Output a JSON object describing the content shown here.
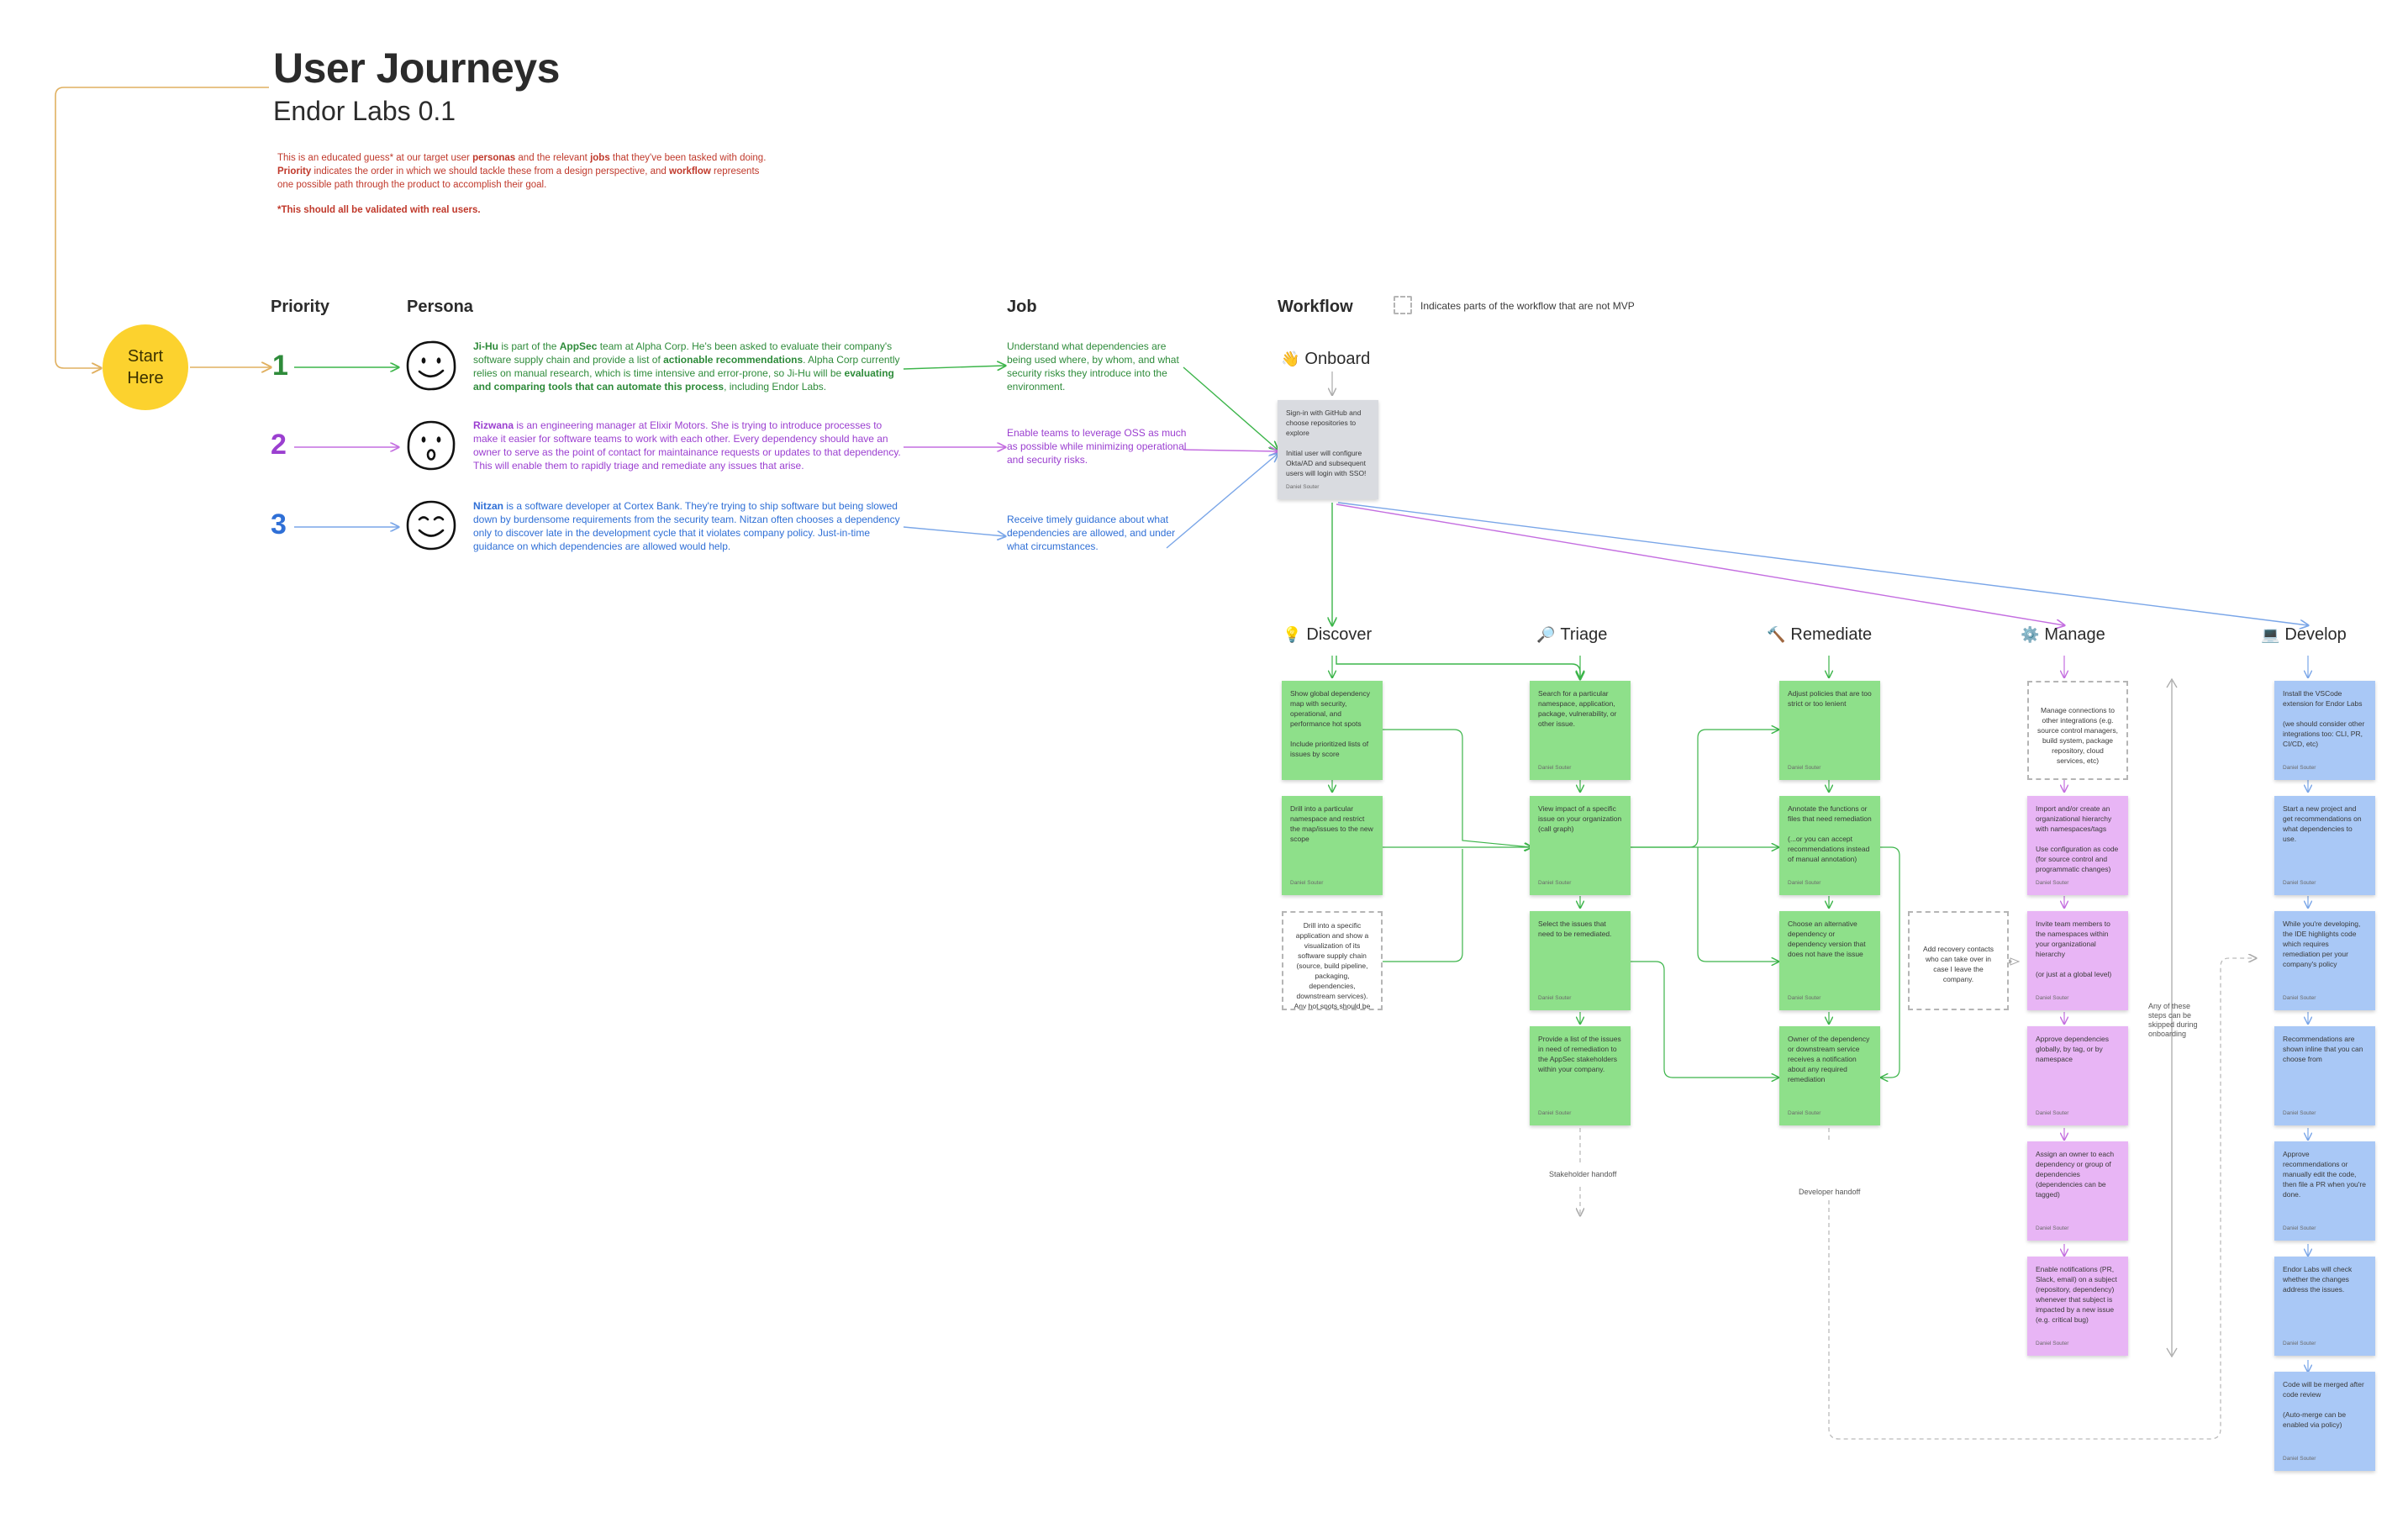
{
  "header": {
    "title": "User Journeys",
    "subtitle": "Endor Labs 0.1",
    "intro_html": "This is an educated guess* at our target user <b>personas</b> and the relevant <b>jobs</b> that they've been tasked with doing. <b>Priority</b> indicates the order in which we should tackle these from a design perspective, and <b>workflow</b> represents one possible path through the product to accomplish their goal.",
    "intro_note": "*This should all be validated with real users."
  },
  "columns": {
    "priority": "Priority",
    "persona": "Persona",
    "job": "Job",
    "workflow": "Workflow",
    "legend": "Indicates parts of the workflow that are not MVP"
  },
  "start": {
    "line1": "Start",
    "line2": "Here"
  },
  "colors": {
    "green": "#2e8b3a",
    "purple": "#9b3fd0",
    "blue": "#2f6fd6",
    "yellow": "#fcd22e"
  },
  "personas": [
    {
      "priority": "1",
      "face": "smile-face",
      "html": "<b>Ji-Hu</b> is part of the <b>AppSec</b> team at Alpha Corp. He's been asked to evaluate their company's software supply chain and provide a list of <b>actionable recommendations</b>. Alpha Corp currently relies on manual research, which is time intensive and error-prone, so Ji-Hu will be <b>evaluating and comparing tools that can automate this process</b>, including Endor Labs.",
      "job": "Understand what dependencies are being used where, by whom, and what security risks they introduce into the environment."
    },
    {
      "priority": "2",
      "face": "surprised-face",
      "html": "<b>Rizwana</b> is an engineering manager at Elixir Motors. She is trying to introduce processes to make it easier for software teams to work with each other. Every dependency should have an owner to serve as the point of contact for maintainance requests or updates to that dependency.  This will enable them to rapidly triage and remediate any issues that arise.",
      "job": "Enable teams to leverage OSS as much as possible while minimizing operational and security risks."
    },
    {
      "priority": "3",
      "face": "happy-face",
      "html": "<b>Nitzan</b> is a software developer at Cortex Bank. They're trying to ship software but being slowed down by burdensome requirements from the security team. Nitzan often chooses a dependency only to discover late in the development cycle that it violates company policy. Just-in-time guidance on which dependencies are allowed would help.",
      "job": "Receive timely guidance about what dependencies are allowed, and under what circumstances."
    }
  ],
  "onboard": {
    "label": "Onboard",
    "emoji": "👋",
    "sticky": "Sign-in with GitHub and choose repositories to explore\n\nInitial user will configure Okta/AD and subsequent users will login with SSO!",
    "author": "Daniel Souter"
  },
  "stages": [
    {
      "label": "Discover",
      "emoji": "💡"
    },
    {
      "label": "Triage",
      "emoji": "🔎"
    },
    {
      "label": "Remediate",
      "emoji": "🔨"
    },
    {
      "label": "Manage",
      "emoji": "⚙️"
    },
    {
      "label": "Develop",
      "emoji": "💻"
    }
  ],
  "discover": [
    {
      "text": "Show global dependency map with security, operational, and performance hot spots\n\nInclude prioritized lists of issues by score",
      "style": "green"
    },
    {
      "text": "Drill into a particular namespace and restrict the map/issues to the new scope",
      "style": "green"
    },
    {
      "text": "Drill into a specific application and show a visualization of its software supply chain (source, build pipeline, packaging, dependencies, downstream services). Any hot spots should be highlighted",
      "style": "dashed"
    }
  ],
  "triage": [
    {
      "text": "Search for a particular namespace, application, package, vulnerability, or other issue."
    },
    {
      "text": "View impact of a specific issue on your organization (call graph)"
    },
    {
      "text": "Select the issues that need to be remediated."
    },
    {
      "text": "Provide a list of the issues in need of remediation to the AppSec stakeholders within your company."
    }
  ],
  "remediate": [
    {
      "text": "Adjust policies that are too strict or too lenient"
    },
    {
      "text": "Annotate the functions or files that need remediation\n\n(...or you can accept recommendations instead of manual annotation)"
    },
    {
      "text": "Choose an alternative dependency or dependency version that does not have the issue"
    },
    {
      "text": "Owner of the dependency or downstream service receives a notification about any required remediation"
    }
  ],
  "manage": [
    {
      "text": "Manage connections to other integrations (e.g. source control managers, build system, package repository, cloud services, etc)",
      "style": "dashed"
    },
    {
      "text": "Import and/or create an organizational hierarchy with namespaces/tags\n\nUse configuration as code (for source control and programmatic changes)",
      "style": "purple"
    },
    {
      "text": "Invite team members to the namespaces within your organizational hierarchy\n\n(or just at a global level)",
      "style": "purple"
    },
    {
      "text": "Approve dependencies globally, by tag, or by namespace",
      "style": "purple"
    },
    {
      "text": "Assign an owner to each dependency or group of dependencies (dependencies can be tagged)",
      "style": "purple"
    },
    {
      "text": "Enable notifications (PR, Slack, email) on a subject (repository, dependency) whenever that subject is impacted by a new issue (e.g. critical bug)",
      "style": "purple"
    }
  ],
  "develop": [
    {
      "text": "Install the VSCode extension for Endor Labs\n\n(we should consider other integrations too: CLI, PR, CI/CD, etc)"
    },
    {
      "text": "Start a new project and get recommendations on what dependencies to use."
    },
    {
      "text": "While you're developing, the IDE highlights code which requires remediation per your company's policy"
    },
    {
      "text": "Recommendations are shown inline that you can choose from"
    },
    {
      "text": "Approve recommendations or manually edit the code, then file a PR when you're done."
    },
    {
      "text": "Endor Labs will check whether the changes address the issues."
    },
    {
      "text": "Code will be merged after code review\n\n(Auto-merge can be enabled via policy)"
    }
  ],
  "recovery": "Add recovery contacts who can take over in case I leave the company.",
  "skip_note": "Any of these steps can be skipped during onboarding",
  "handoffs": {
    "stakeholder": "Stakeholder handoff",
    "developer": "Developer handoff"
  },
  "author": "Daniel Souter"
}
